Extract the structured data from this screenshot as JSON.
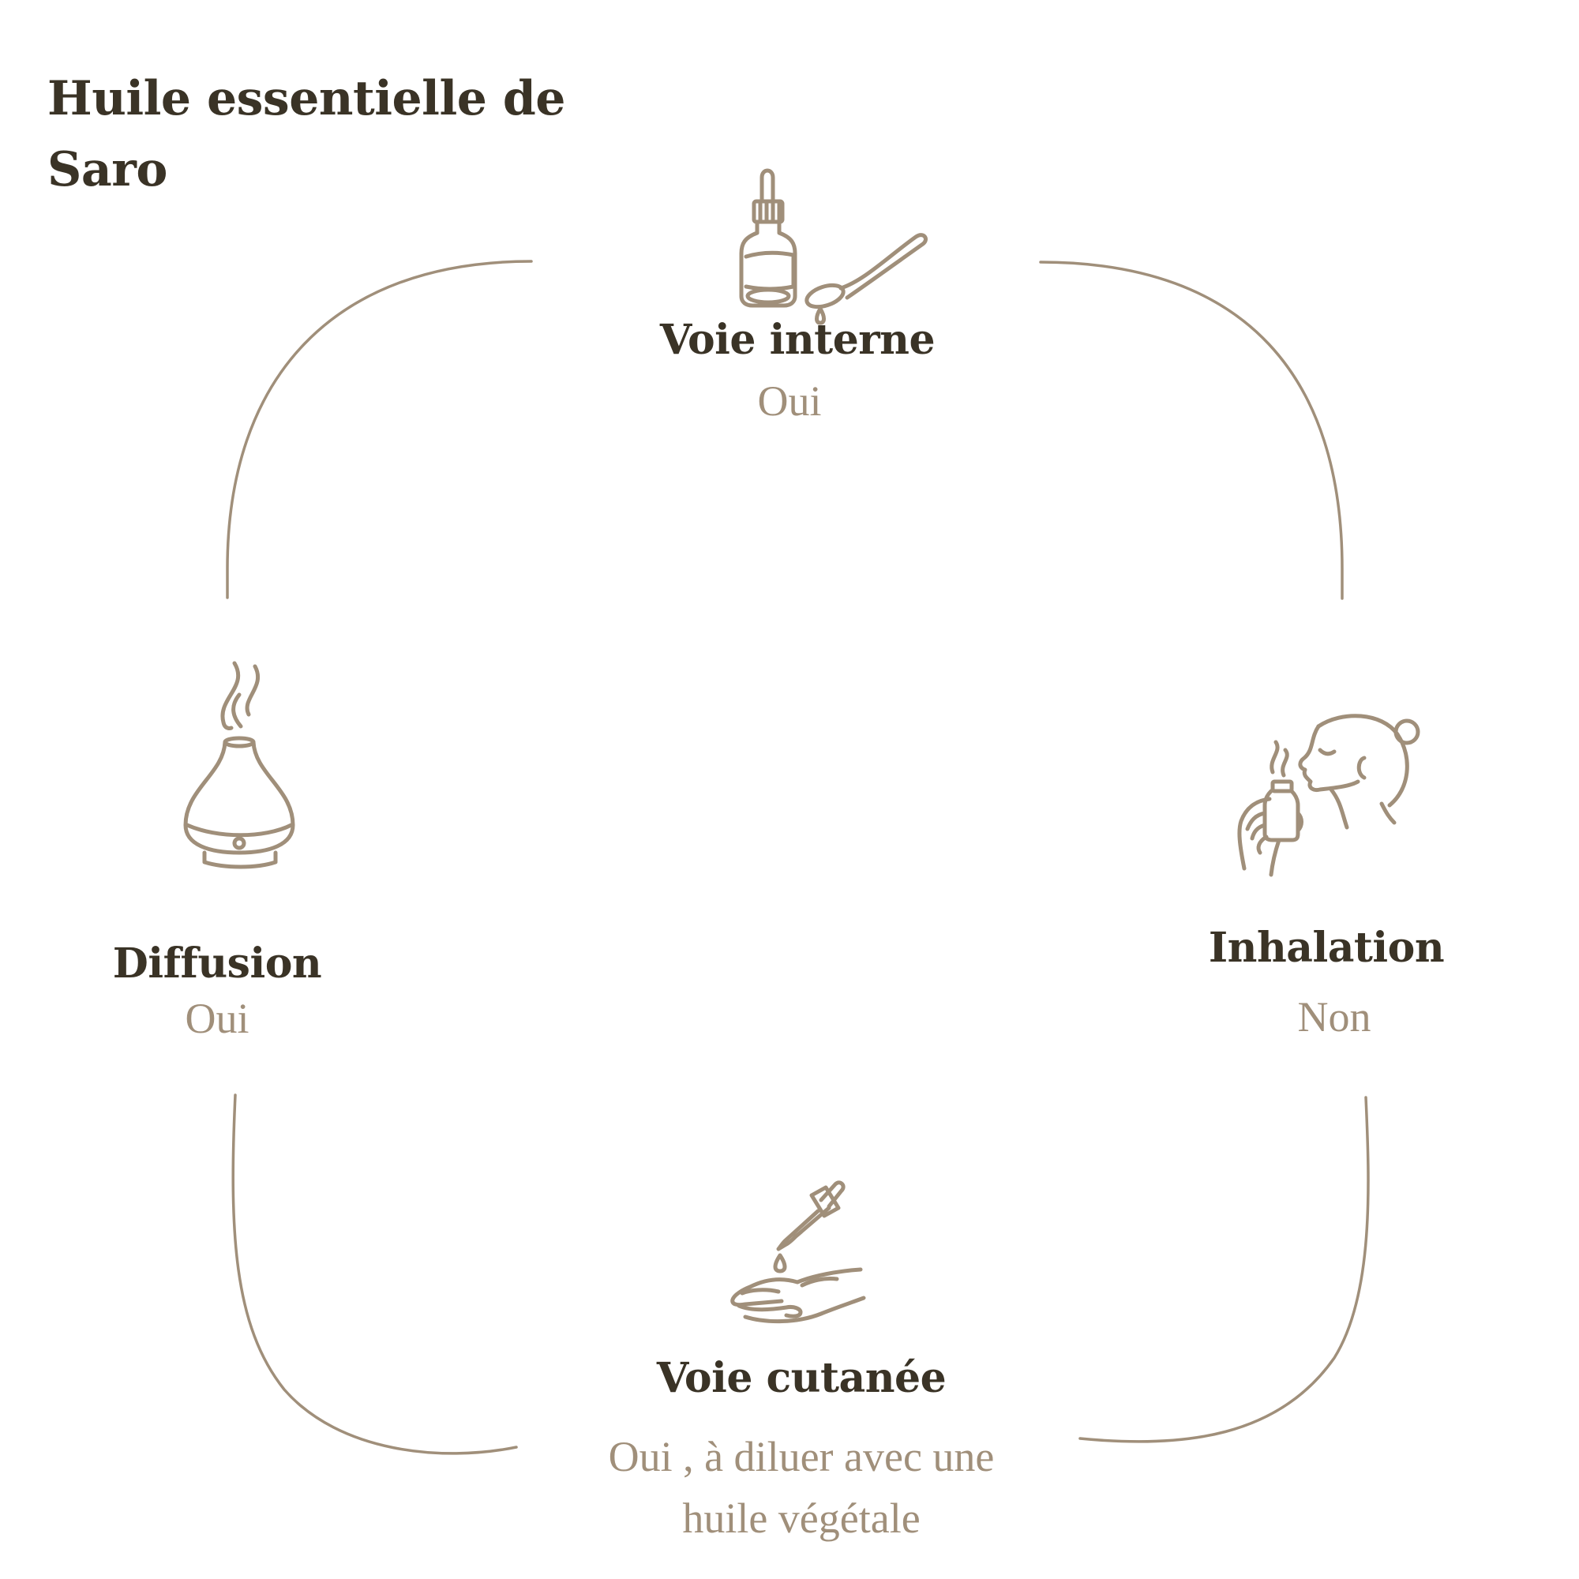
{
  "title": {
    "line1": "Huile essentielle de",
    "line2": "Saro"
  },
  "colors": {
    "heading": "#3a3326",
    "accent": "#a08f7a",
    "background": "#ffffff"
  },
  "routes": {
    "internal": {
      "label": "Voie interne",
      "value": "Oui",
      "icon": "dropper-bottle-spoon-icon"
    },
    "diffusion": {
      "label": "Diffusion",
      "value": "Oui",
      "icon": "diffuser-icon"
    },
    "inhalation": {
      "label": "Inhalation",
      "value": "Non",
      "icon": "woman-smelling-bottle-icon"
    },
    "cutaneous": {
      "label": "Voie cutanée",
      "value_line1": "Oui , à diluer avec une",
      "value_line2": "huile végétale",
      "icon": "dropper-hand-icon"
    }
  }
}
